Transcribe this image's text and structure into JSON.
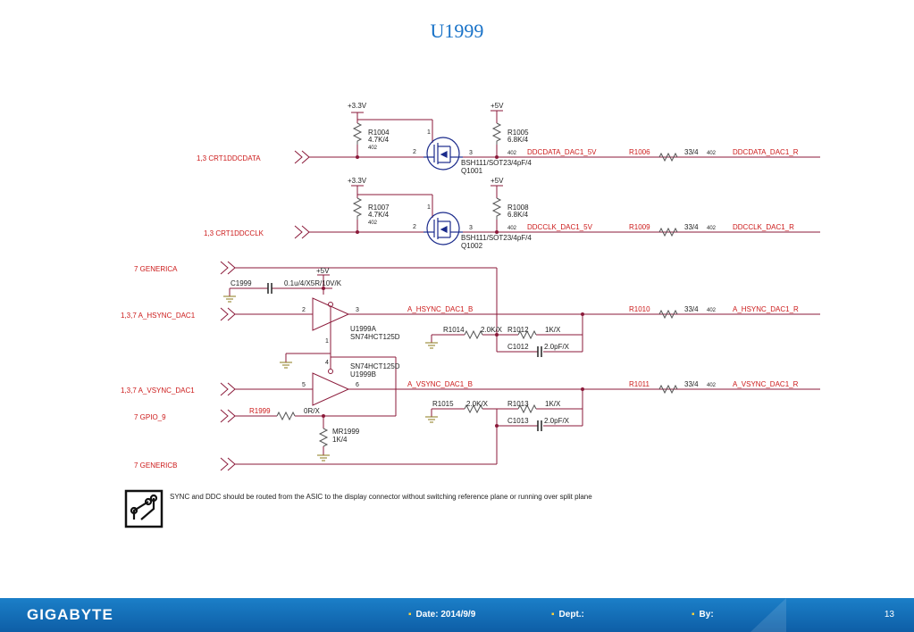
{
  "title": "U1999",
  "net": {
    "crt_data": "1,3  CRT1DDCDATA",
    "crt_clk": "1,3  CRT1DDCCLK",
    "generica": "7  GENERICA",
    "hsync_in": "1,3,7  A_HSYNC_DAC1",
    "vsync_in": "1,3,7  A_VSYNC_DAC1",
    "gpio9": "7  GPIO_9",
    "genericb": "7  GENERICB",
    "ddcdata_5v": "DDCDATA_DAC1_5V",
    "ddcclk_5v": "DDCCLK_DAC1_5V",
    "ddcdata_r": "DDCDATA_DAC1_R",
    "ddcclk_r": "DDCCLK_DAC1_R",
    "hsync_b": "A_HSYNC_DAC1_B",
    "vsync_b": "A_VSYNC_DAC1_B",
    "hsync_r": "A_HSYNC_DAC1_R",
    "vsync_r": "A_VSYNC_DAC1_R"
  },
  "power": {
    "p33a": "+3.3V",
    "p5a": "+5V",
    "p33b": "+3.3V",
    "p5b": "+5V",
    "p5c": "+5V"
  },
  "parts": {
    "r1004": "R1004",
    "r1004v": "4.7K/4",
    "r1004p": "402",
    "r1005": "R1005",
    "r1005v": "6.8K/4",
    "r1005p": "402",
    "q1001": "BSH111/SOT23/4pF/4",
    "q1001n": "Q1001",
    "r1006": "R1006",
    "r1006v": "33/4",
    "r1006p": "402",
    "r1007": "R1007",
    "r1007v": "4.7K/4",
    "r1007p": "402",
    "r1008": "R1008",
    "r1008v": "6.8K/4",
    "r1008p": "402",
    "q1002": "BSH111/SOT23/4pF/4",
    "q1002n": "Q1002",
    "r1009": "R1009",
    "r1009v": "33/4",
    "r1009p": "402",
    "c1999": "C1999",
    "c1999v": "0.1u/4/X5R/10V/K",
    "u1999a": "U1999A",
    "u1999a_pn": "SN74HCT125D",
    "u1999b": "U1999B",
    "u1999b_pn": "SN74HCT125D",
    "r1010": "R1010",
    "r1010v": "33/4",
    "r1010p": "402",
    "r1011": "R1011",
    "r1011v": "33/4",
    "r1011p": "402",
    "r1014": "R1014",
    "r1014v": "2.0K/X",
    "r1012": "R1012",
    "r1012v": "1K/X",
    "c1012": "C1012",
    "c1012v": "2.0pF/X",
    "r1015": "R1015",
    "r1015v": "2.0K/X",
    "r1013": "R1013",
    "r1013v": "1K/X",
    "c1013": "C1013",
    "c1013v": "2.0pF/X",
    "r1999": "R1999",
    "r1999v": "0R/X",
    "mr1999": "MR1999",
    "mr1999v": "1K/4"
  },
  "pins": {
    "p2a": "2",
    "p3a": "3",
    "p2b": "2",
    "p3b": "3",
    "p1a": "1",
    "p1b": "1",
    "u2": "2",
    "u3": "3",
    "u5": "5",
    "u6": "6",
    "u1": "1",
    "u4": "4"
  },
  "note": "SYNC and DDC should be routed from the ASIC to the display connector without switching reference plane or running over split plane",
  "footer": {
    "brand": "GIGABYTE",
    "date": "Date: 2014/9/9",
    "dept": "Dept.:",
    "by": "By:",
    "page": "13"
  },
  "icons": {
    "note_icon": "circuit-trace-icon"
  },
  "colors": {
    "wire": "#8b1a3a",
    "net_text": "#cc1a1a",
    "title": "#1a73c8",
    "footer": "#1b7fc8"
  }
}
